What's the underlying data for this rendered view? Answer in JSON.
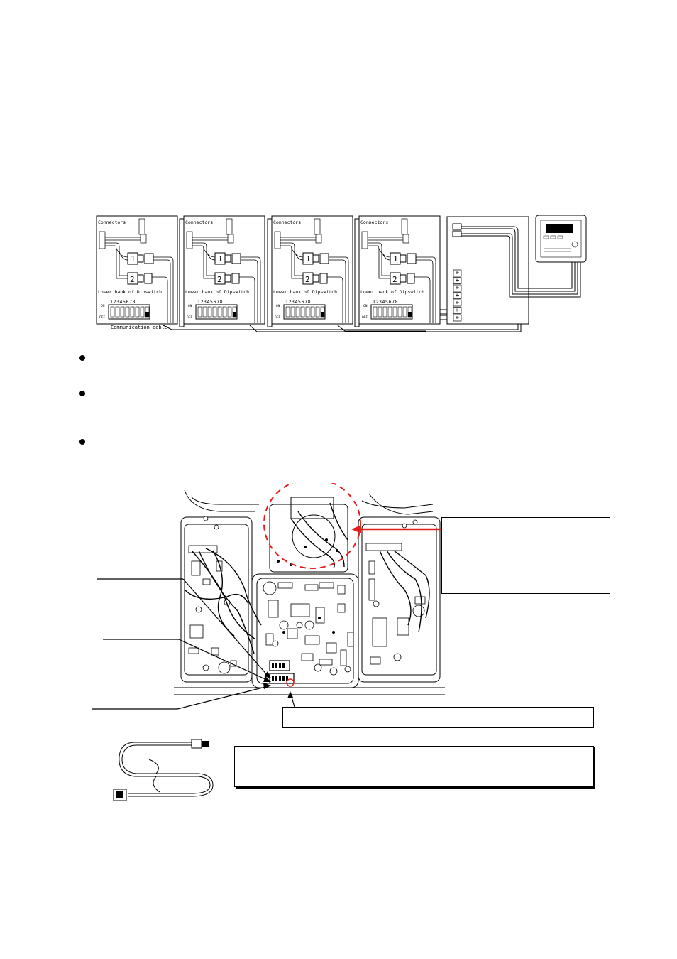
{
  "wiring_diagram": {
    "units": [
      {
        "connectors_label": "Connectors",
        "dipswitch_label": "Lower bank of Dipswitch",
        "dip_numbers": "12345678",
        "on_label": "ON",
        "off_label": "OFF",
        "connector_1": "1",
        "connector_2": "2"
      },
      {
        "connectors_label": "Connectors",
        "dipswitch_label": "Lower bank of Dipswitch",
        "dip_numbers": "12345678",
        "on_label": "ON",
        "off_label": "OFF",
        "connector_1": "1",
        "connector_2": "2"
      },
      {
        "connectors_label": "Connectors",
        "dipswitch_label": "Lower bank of Dipswitch",
        "dip_numbers": "12345678",
        "on_label": "ON",
        "off_label": "OFF",
        "connector_1": "1",
        "connector_2": "2"
      },
      {
        "connectors_label": "Connectors",
        "dipswitch_label": "Lower bank of Dipswitch",
        "dip_numbers": "12345678",
        "on_label": "ON",
        "off_label": "OFF",
        "connector_1": "1",
        "connector_2": "2"
      }
    ],
    "communication_cable_label": "Communication cable"
  },
  "colors": {
    "line": "#000000",
    "highlight": "#e0201c"
  }
}
